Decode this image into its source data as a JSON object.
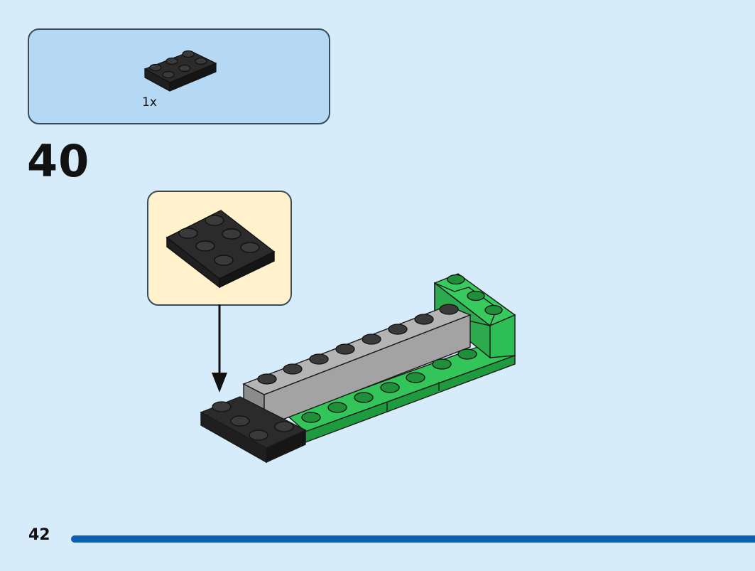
{
  "parts_list": {
    "items": [
      {
        "icon": "black-2x3-plate-icon",
        "quantity": "1x"
      }
    ]
  },
  "step": {
    "number": "40"
  },
  "callout": {
    "icon": "black-2x3-plate-icon"
  },
  "footer": {
    "page_number": "42",
    "progress_fraction": 1.0
  },
  "colors": {
    "background": "#d6ecfb",
    "parts_box": "#b5d8f5",
    "callout_box": "#fff2cc",
    "progress_bar": "#0b5fae",
    "brick_black": "#2b2b2b",
    "brick_grey": "#a6a6a6",
    "brick_green": "#2fbf4f"
  }
}
